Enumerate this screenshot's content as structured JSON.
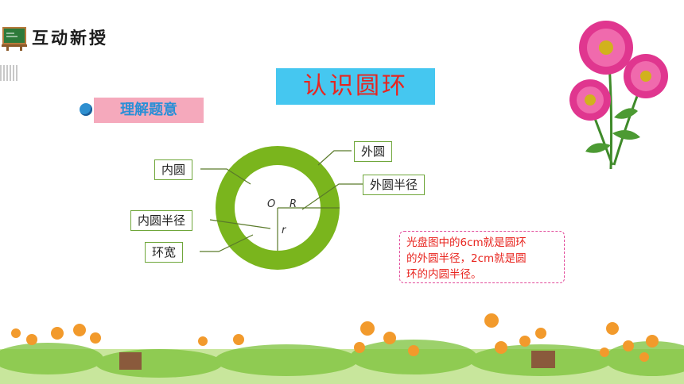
{
  "header": {
    "title": "互动新授"
  },
  "main_title": "认识圆环",
  "subtitle": "理解题意",
  "diagram": {
    "center_label": "O",
    "outer_radius_label": "R",
    "inner_radius_label": "r",
    "labels": {
      "inner_circle": "内圆",
      "outer_circle": "外圆",
      "outer_radius": "外圆半径",
      "inner_radius": "内圆半径",
      "ring_width": "环宽"
    }
  },
  "note": {
    "lines": [
      "光盘图中的6cm就是圆环",
      "的外圆半径，2cm就是圆",
      "环的内圆半径。"
    ]
  },
  "colors": {
    "ring": "#7ab51d",
    "title_bg": "#45c7f0",
    "title_text": "#e8251f",
    "pill_bg": "#f5a9bc",
    "pill_text": "#2a8fd6"
  }
}
